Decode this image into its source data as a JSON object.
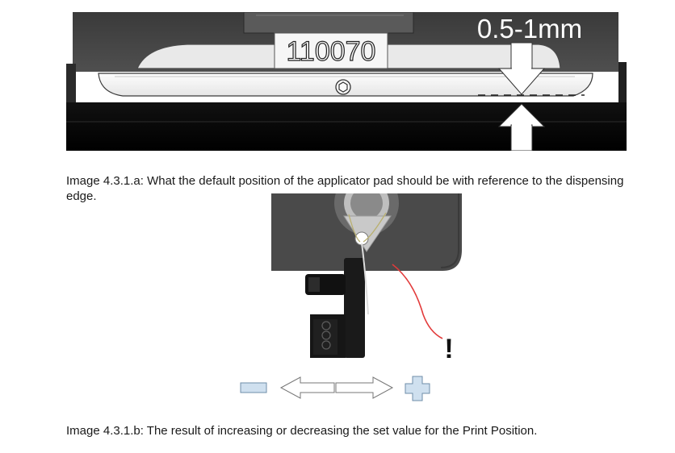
{
  "figure_a": {
    "part_number": "110070",
    "dimension_label": "0.5-1mm",
    "caption": "Image 4.3.1.a: What the default position of the applicator pad should be with reference to the dispensing edge."
  },
  "figure_b": {
    "warning_mark": "!",
    "caption": "Image 4.3.1.b: The result of increasing or decreasing the set value for the Print Position."
  },
  "colors": {
    "housing_dark": "#2b2b2b",
    "housing_mid": "#4a4a4a",
    "pad_light": "#f3f3f3",
    "sign_fill": "#cfe0ef",
    "sign_stroke": "#6f8ea8",
    "warning_red": "#e23a3a"
  },
  "icons": [
    "minus-sign-icon",
    "double-arrow-icon",
    "plus-sign-icon",
    "warning-exclamation-icon",
    "hex-screw-icon"
  ]
}
